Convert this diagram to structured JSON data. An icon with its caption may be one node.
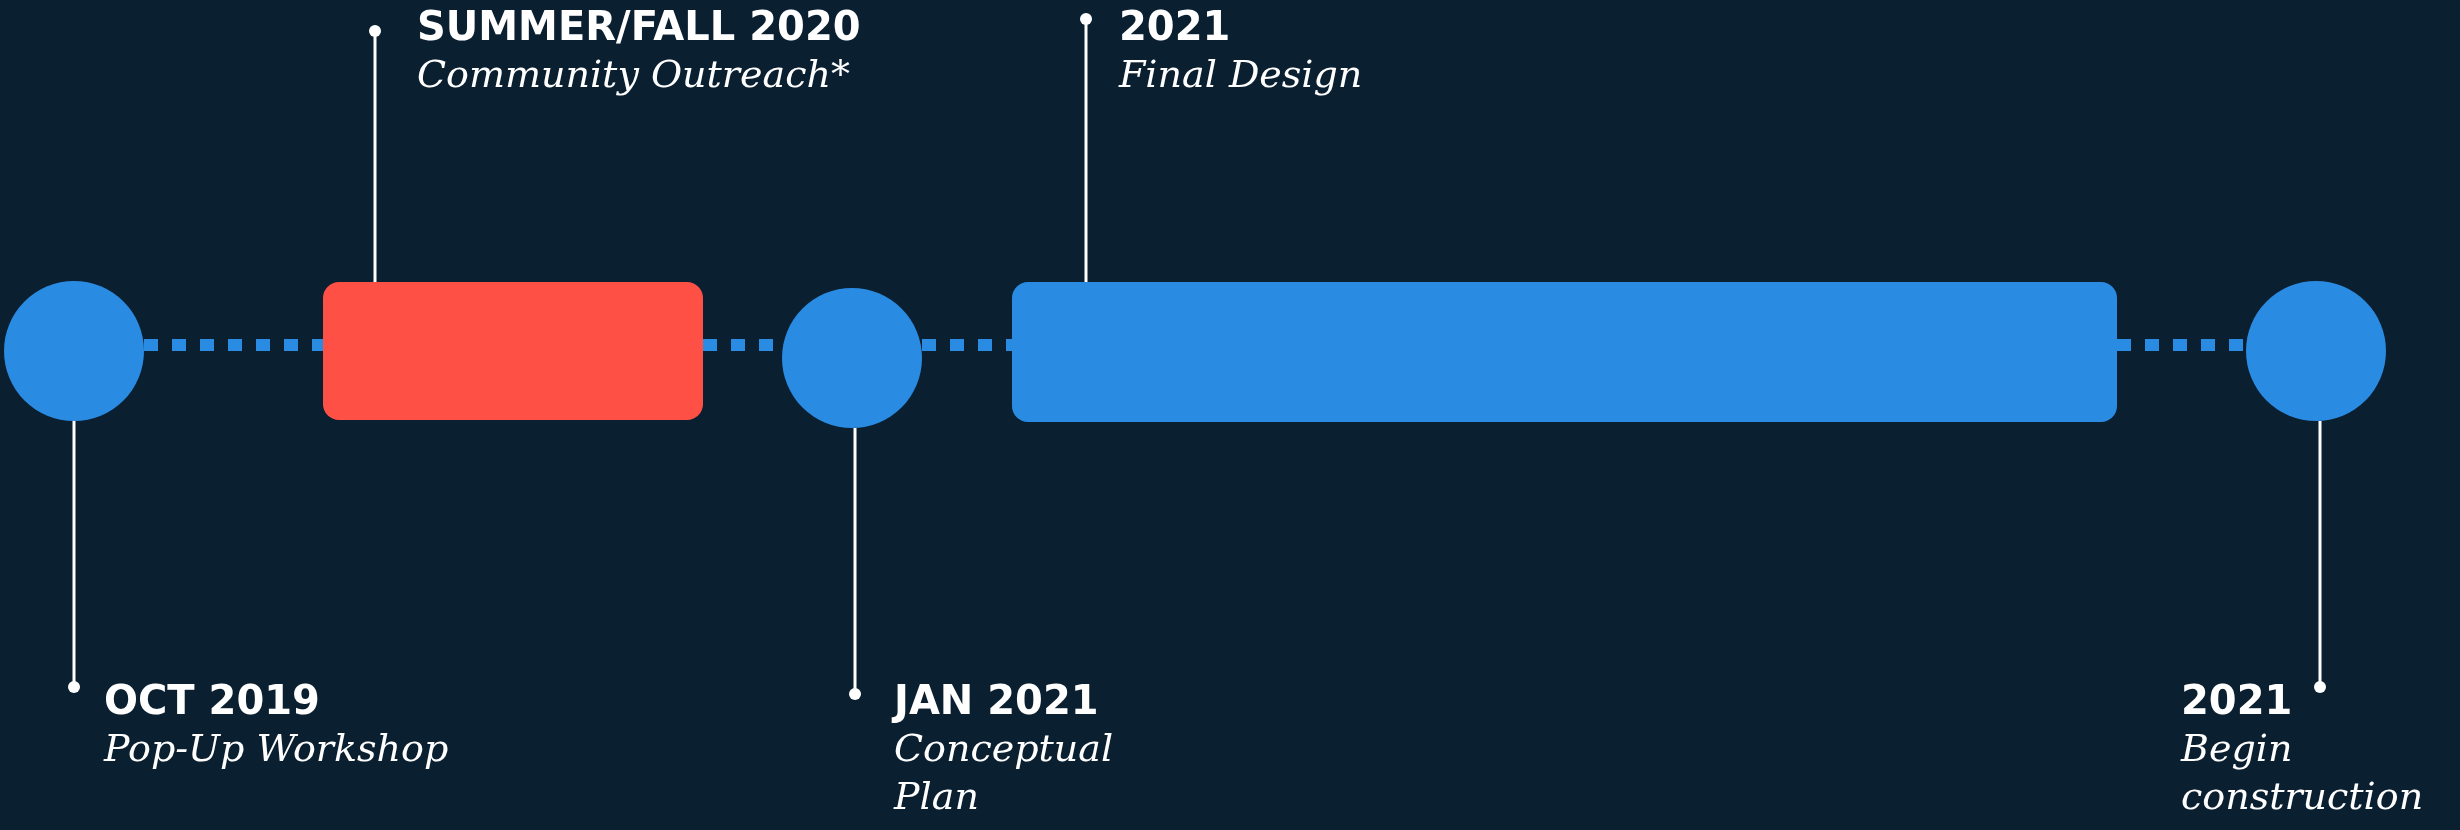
{
  "diagram": {
    "nodes": [
      {
        "text": [
          "SUMMER/FALL 2020",
          "Community Outreach*"
        ]
      },
      {
        "text": [
          "2021",
          "Final Design"
        ]
      },
      {
        "text": [],
        "shape": "circle"
      },
      {
        "text": [],
        "shape": "box"
      },
      {
        "text": [],
        "shape": "circle"
      },
      {
        "text": [],
        "shape": "bar"
      },
      {
        "text": [],
        "shape": "circle"
      },
      {
        "text": [
          "OCT 2019",
          "Pop-Up Workshop"
        ]
      },
      {
        "text": [
          "JAN 2021",
          "Conceptual Plan"
        ]
      },
      {
        "text": [
          "2021",
          "Begin construction"
        ]
      }
    ],
    "edges": [
      {
        "from": 2,
        "to": 3,
        "arrow": "none",
        "style": "dashed",
        "color": "#2a8be3"
      },
      {
        "from": 3,
        "to": 4,
        "arrow": "none",
        "style": "dashed",
        "color": "#2a8be3"
      },
      {
        "from": 4,
        "to": 5,
        "arrow": "none",
        "style": "dashed",
        "color": "#2a8be3"
      },
      {
        "from": 5,
        "to": 6,
        "arrow": "none",
        "style": "dashed",
        "color": "#2a8be3"
      },
      {
        "from": 0,
        "to": 3,
        "arrow": "other"
      },
      {
        "from": 1,
        "to": 5,
        "arrow": "other"
      },
      {
        "from": 7,
        "to": 2,
        "arrow": "other"
      },
      {
        "from": 8,
        "to": 4,
        "arrow": "other"
      },
      {
        "from": 9,
        "to": 6,
        "arrow": "other"
      }
    ]
  }
}
